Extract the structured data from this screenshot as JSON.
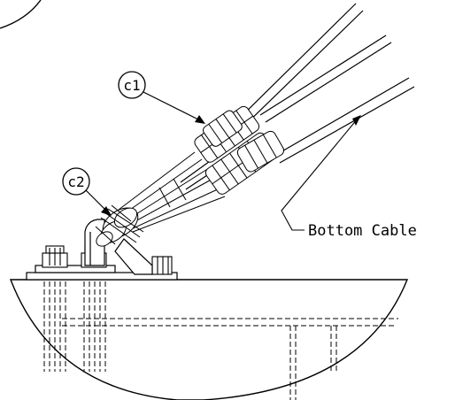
{
  "labels": {
    "c1": "c1",
    "c2": "c2",
    "bottom_cable": "Bottom Cable"
  },
  "colors": {
    "line": "#000000",
    "background": "#ffffff"
  }
}
